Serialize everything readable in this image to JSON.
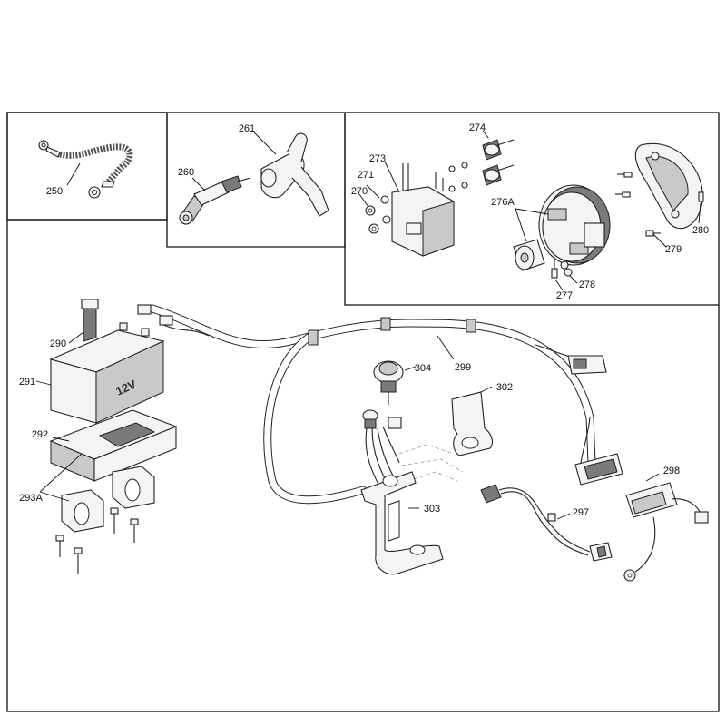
{
  "callouts": {
    "p250": "250",
    "p260": "260",
    "p261": "261",
    "p270": "270",
    "p271": "271",
    "p273": "273",
    "p274": "274",
    "p276a": "276A",
    "p277": "277",
    "p278": "278",
    "p279": "279",
    "p280": "280",
    "p290": "290",
    "p291": "291",
    "p292": "292",
    "p293a": "293A",
    "p297": "297",
    "p298": "298",
    "p299": "299",
    "p302": "302",
    "p303": "303",
    "p304": "304"
  },
  "battery_label": "12V"
}
